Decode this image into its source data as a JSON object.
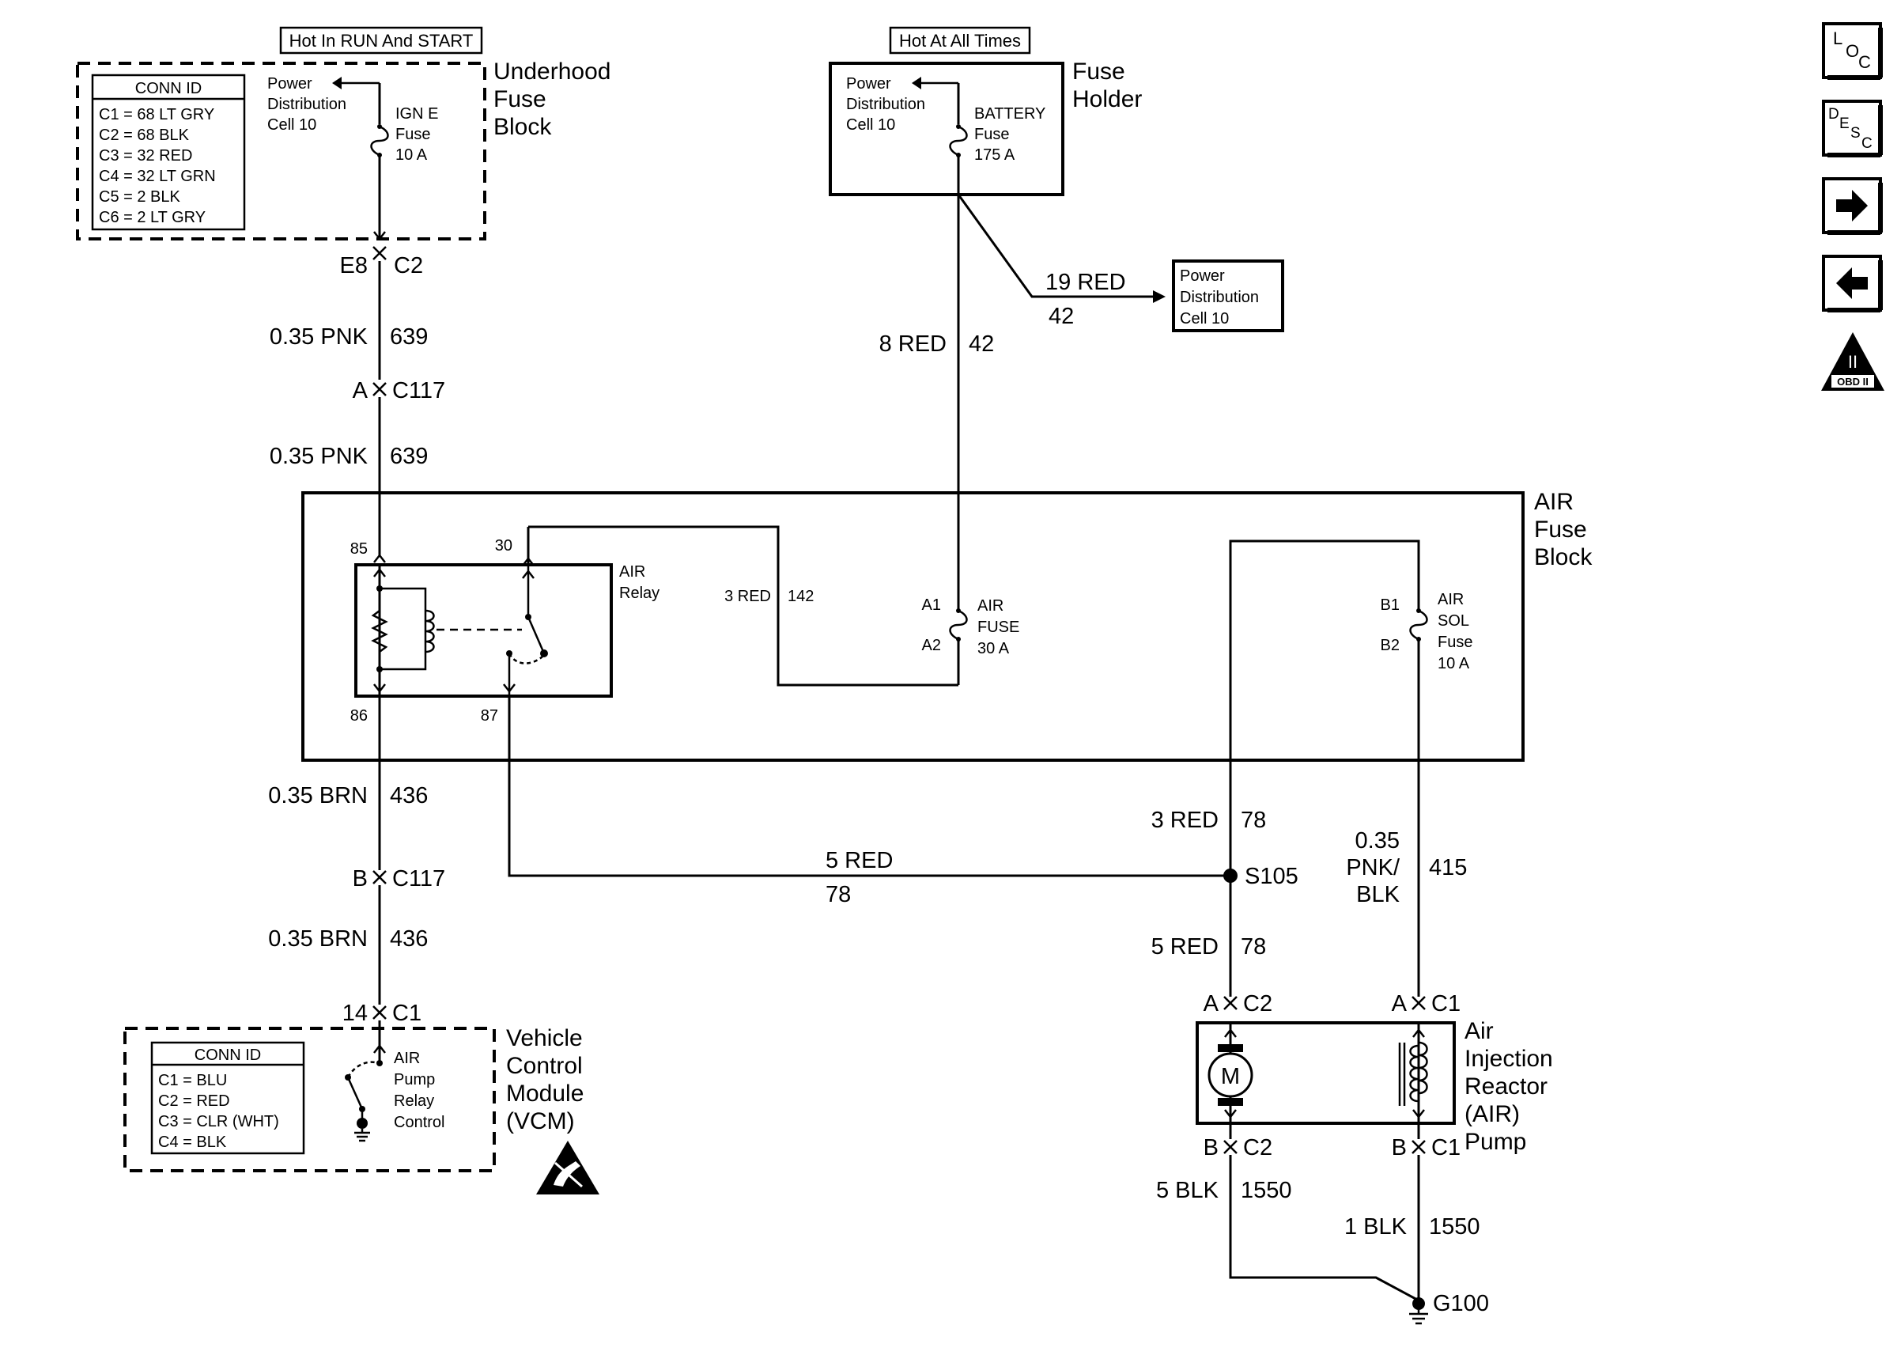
{
  "hot_labels": {
    "run_start": "Hot In RUN And START",
    "all_times": "Hot At All Times"
  },
  "underhood_block": {
    "title": [
      "Underhood",
      "Fuse",
      "Block"
    ],
    "conn_title": "CONN ID",
    "conn_rows": [
      "C1 = 68 LT GRY",
      "C2 = 68 BLK",
      "C3 = 32 RED",
      "C4 = 32 LT GRN",
      "C5 = 2 BLK",
      "C6 = 2 LT GRY"
    ],
    "pdc": [
      "Power",
      "Distribution",
      "Cell 10"
    ],
    "fuse": [
      "IGN E",
      "Fuse",
      "10 A"
    ]
  },
  "fuse_holder": {
    "title": [
      "Fuse",
      "Holder"
    ],
    "pdc": [
      "Power",
      "Distribution",
      "Cell 10"
    ],
    "fuse": [
      "BATTERY",
      "Fuse",
      "175 A"
    ]
  },
  "pdc_ref": [
    "Power",
    "Distribution",
    "Cell 10"
  ],
  "wires": {
    "red19_color": "19 RED",
    "red19_circuit": "42",
    "red8_color": "8 RED",
    "red8_circuit": "42",
    "pnk1_color": "0.35 PNK",
    "pnk1_circuit": "639",
    "pnk2_color": "0.35 PNK",
    "pnk2_circuit": "639",
    "brn1_color": "0.35 BRN",
    "brn1_circuit": "436",
    "brn2_color": "0.35 BRN",
    "brn2_circuit": "436",
    "red3_142_color": "3 RED",
    "red3_142_circuit": "142",
    "red5_h_color": "5 RED",
    "red5_h_circuit": "78",
    "red3_78_color": "3 RED",
    "red3_78_circuit": "78",
    "red5_v_color": "5 RED",
    "red5_v_circuit": "78",
    "pnkblk_color": [
      "0.35",
      "PNK/",
      "BLK"
    ],
    "pnkblk_circuit": "415",
    "blk5_color": "5 BLK",
    "blk5_circuit": "1550",
    "blk1_color": "1 BLK",
    "blk1_circuit": "1550"
  },
  "connectors": {
    "e8": "E8",
    "c2_top": "C2",
    "a_c117_pin": "A",
    "a_c117": "C117",
    "b_c117_pin": "B",
    "b_c117": "C117",
    "vcm_pin": "14",
    "vcm_conn": "C1",
    "motor_top_pin": "A",
    "motor_top_conn": "C2",
    "sol_top_pin": "A",
    "sol_top_conn": "C1",
    "motor_bot_pin": "B",
    "motor_bot_conn": "C2",
    "sol_bot_pin": "B",
    "sol_bot_conn": "C1"
  },
  "air_fuse_block": {
    "title": [
      "AIR",
      "Fuse",
      "Block"
    ],
    "relay_label": [
      "AIR",
      "Relay"
    ],
    "pins": {
      "p85": "85",
      "p30": "30",
      "p86": "86",
      "p87": "87"
    },
    "air_fuse": [
      "AIR",
      "FUSE",
      "30 A"
    ],
    "air_fuse_pins": [
      "A1",
      "A2"
    ],
    "sol_fuse": [
      "AIR",
      "SOL",
      "Fuse",
      "10 A"
    ],
    "sol_fuse_pins": [
      "B1",
      "B2"
    ]
  },
  "splice": "S105",
  "ground": "G100",
  "vcm": {
    "title": [
      "Vehicle",
      "Control",
      "Module",
      "(VCM)"
    ],
    "conn_title": "CONN ID",
    "conn_rows": [
      "C1 = BLU",
      "C2 = RED",
      "C3 = CLR (WHT)",
      "C4 = BLK"
    ],
    "control_label": [
      "AIR",
      "Pump",
      "Relay",
      "Control"
    ]
  },
  "air_pump": {
    "title": [
      "Air",
      "Injection",
      "Reactor",
      "(AIR)",
      "Pump"
    ],
    "motor_symbol": "M"
  },
  "nav": {
    "loc": [
      "L",
      "O",
      "C"
    ],
    "desc": [
      "D",
      "E",
      "S",
      "C"
    ],
    "obd_roman": "II",
    "obd_text": "OBD II"
  }
}
